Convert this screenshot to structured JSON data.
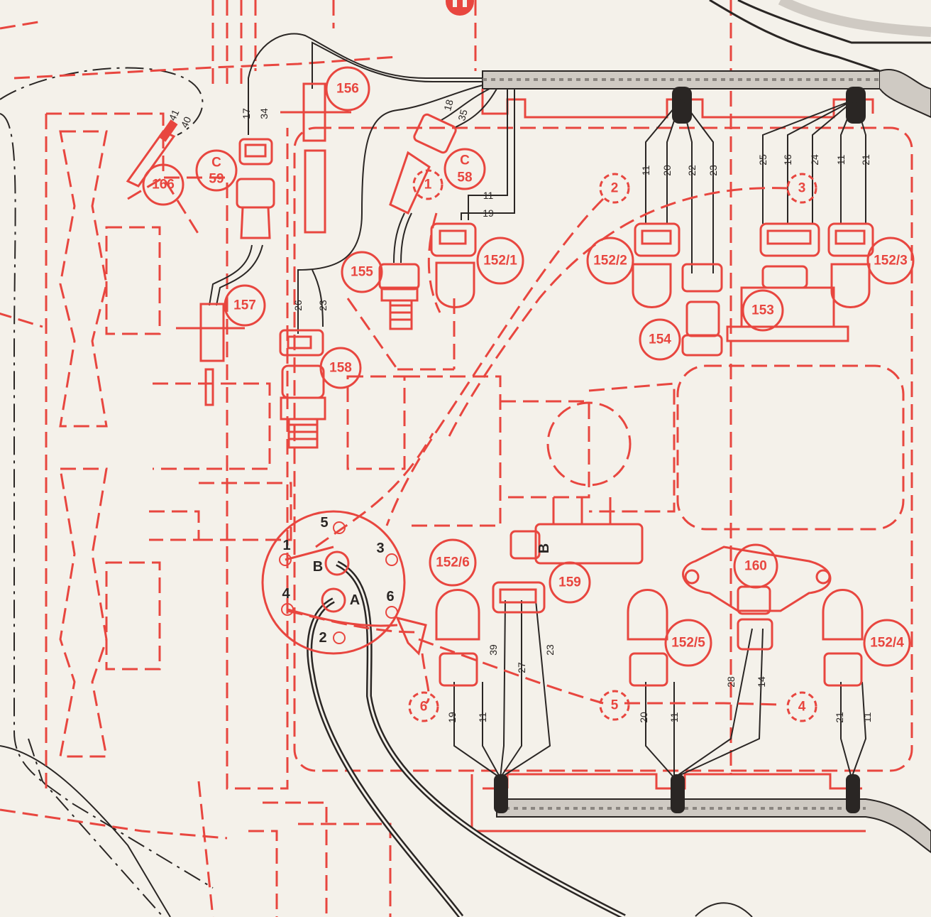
{
  "components": [
    {
      "id": "c166",
      "label": "166"
    },
    {
      "id": "c59",
      "label": "59",
      "prefix": "C"
    },
    {
      "id": "c156",
      "label": "156"
    },
    {
      "id": "c58",
      "label": "58",
      "prefix": "C"
    },
    {
      "id": "c157",
      "label": "157"
    },
    {
      "id": "c155",
      "label": "155"
    },
    {
      "id": "c158",
      "label": "158"
    },
    {
      "id": "c152_1",
      "label": "152/1"
    },
    {
      "id": "c152_2",
      "label": "152/2"
    },
    {
      "id": "c152_3",
      "label": "152/3"
    },
    {
      "id": "c153",
      "label": "153"
    },
    {
      "id": "c154",
      "label": "154"
    },
    {
      "id": "c159",
      "label": "159"
    },
    {
      "id": "c160",
      "label": "160"
    },
    {
      "id": "c152_6",
      "label": "152/6"
    },
    {
      "id": "c152_5",
      "label": "152/5"
    },
    {
      "id": "c152_4",
      "label": "152/4"
    }
  ],
  "route_markers": [
    "1",
    "2",
    "3",
    "4",
    "5",
    "6"
  ],
  "distributor_pins": [
    "1",
    "2",
    "3",
    "4",
    "5",
    "6",
    "A",
    "B"
  ],
  "wire_numbers": {
    "c166": [
      "41",
      "40"
    ],
    "c59": [
      "17",
      "34"
    ],
    "c58": [
      "18",
      "35"
    ],
    "c152_1": [
      "11",
      "19"
    ],
    "c152_2": [
      "11",
      "20",
      "22",
      "23"
    ],
    "c152_3": [
      "25",
      "16",
      "24",
      "11",
      "21"
    ],
    "c158": [
      "26",
      "23"
    ],
    "c159": [
      "39",
      "27",
      "23"
    ],
    "c152_6": [
      "19",
      "11"
    ],
    "c152_5": [
      "20",
      "11"
    ],
    "c160": [
      "28",
      "14"
    ],
    "c152_4": [
      "21",
      "11"
    ]
  },
  "connector_mark": "B",
  "colors": {
    "accent": "#e8463f",
    "wire": "#2a2624",
    "paper": "#f4f1ea"
  }
}
